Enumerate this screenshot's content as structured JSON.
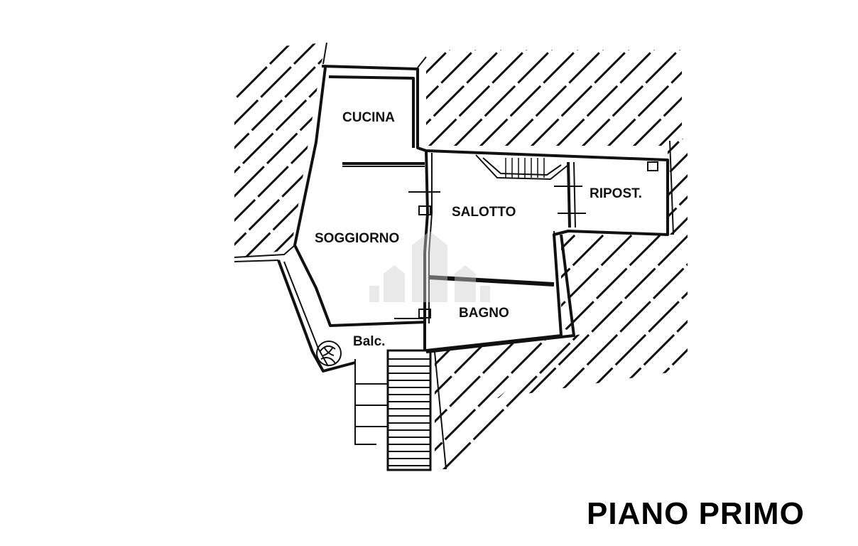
{
  "title": "PIANO PRIMO",
  "rooms": {
    "cucina": "CUCINA",
    "soggiorno": "SOGGIORNO",
    "salotto": "SALOTTO",
    "ripost": "RIPOST.",
    "bagno": "BAGNO",
    "balc": "Balc."
  },
  "colors": {
    "ink": "#111111",
    "background": "#ffffff",
    "watermark": "#cfcfcf"
  }
}
